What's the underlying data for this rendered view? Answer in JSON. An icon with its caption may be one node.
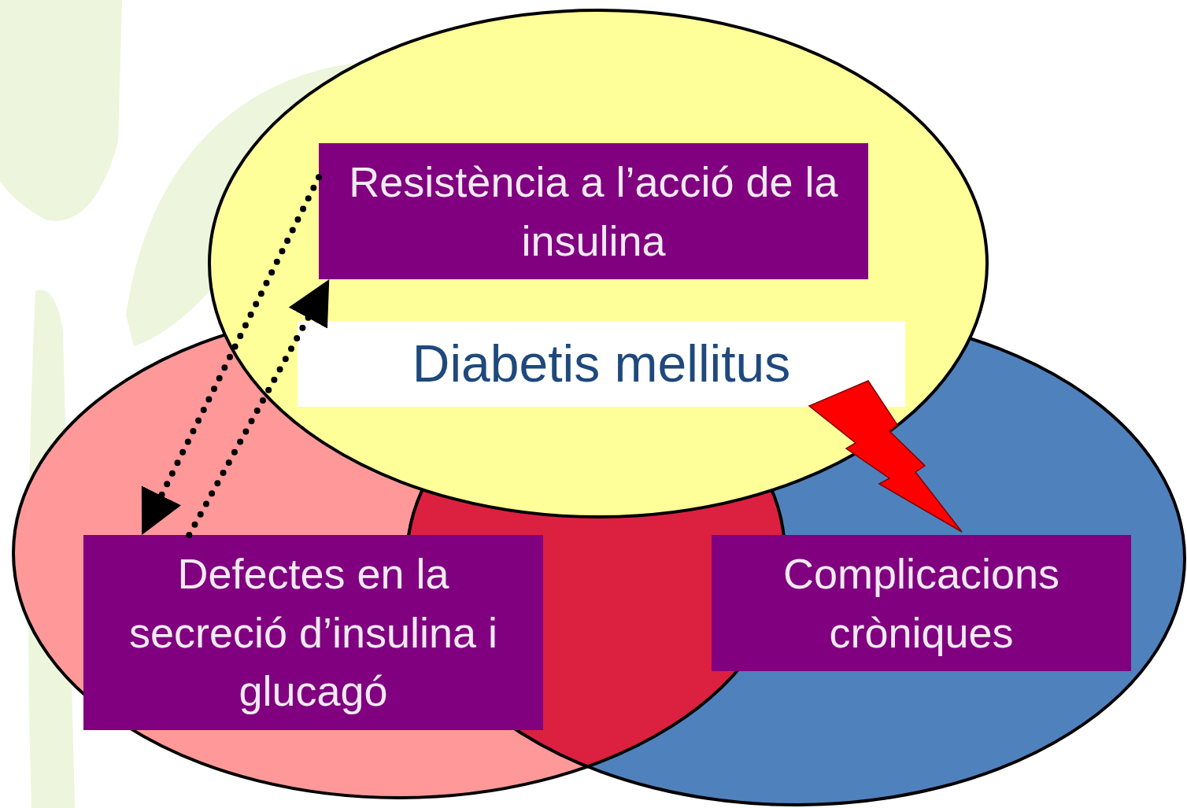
{
  "diagram": {
    "nodes": [
      {
        "text": [],
        "shape": "ellipse"
      },
      {
        "text": [
          "Resistència a l’acció de la insulina"
        ],
        "in": 0
      },
      {
        "text": [
          "Diabetis mellitus"
        ],
        "in": 0
      },
      {
        "text": [
          "Defectes en la secreció d’insulina i glucagó"
        ]
      },
      {
        "text": [
          "Complicacions cròniques"
        ]
      }
    ],
    "edges": [
      {
        "from": 1,
        "to": 3,
        "arrow": "to",
        "style": "dashed"
      },
      {
        "from": 3,
        "to": 1,
        "arrow": "to",
        "style": "dashed"
      }
    ]
  }
}
